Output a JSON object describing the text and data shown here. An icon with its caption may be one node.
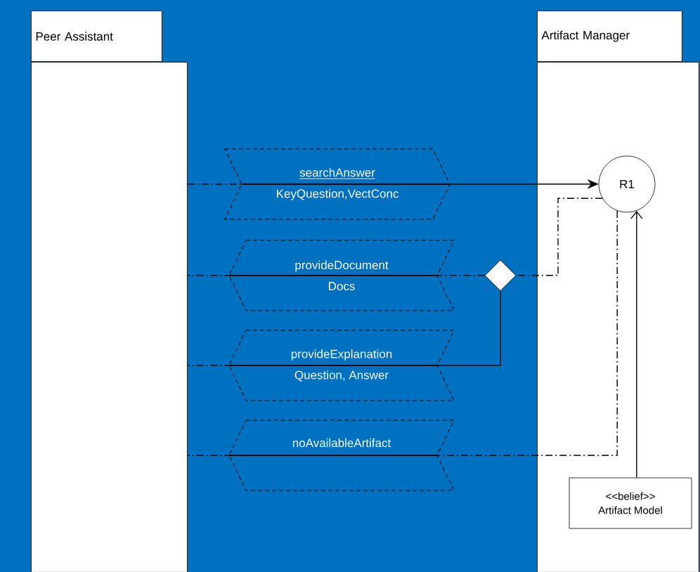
{
  "diagram": {
    "nodes": [
      {
        "text": [
          "Peer Assistant"
        ]
      },
      {
        "text": [
          "Artifact Manager"
        ]
      },
      {
        "text": [
          "R1"
        ],
        "in": 1
      },
      {
        "text": [],
        "shape": "diamond"
      },
      {
        "text": [
          "<<belief>>",
          "Artifact Model"
        ],
        "in": 1
      },
      {
        "text": [
          "searchAnswer",
          "KeyQuestion,VectConc"
        ]
      },
      {
        "text": [
          "provideDocument",
          "Docs"
        ]
      },
      {
        "text": [
          "provideExplanation",
          "Question, Answer"
        ]
      },
      {
        "text": [
          "noAvailableArtifact"
        ]
      }
    ],
    "edges": [
      {
        "from": 0,
        "to": 5,
        "arrow": "none",
        "style": "dashed"
      },
      {
        "from": 5,
        "to": 2,
        "arrow": "to"
      },
      {
        "from": 2,
        "to": 3,
        "arrow": "none",
        "style": "dashed"
      },
      {
        "from": 3,
        "to": 6,
        "arrow": "none",
        "style": "dashed"
      },
      {
        "from": 6,
        "to": 0,
        "arrow": "none",
        "style": "dashed"
      },
      {
        "from": 3,
        "to": 7,
        "arrow": "none"
      },
      {
        "from": 7,
        "to": 0,
        "arrow": "none",
        "style": "dashed"
      },
      {
        "from": 2,
        "to": 8,
        "arrow": "none",
        "style": "dashed"
      },
      {
        "from": 8,
        "to": 0,
        "arrow": "none",
        "style": "dashed"
      },
      {
        "from": 4,
        "to": 2,
        "arrow": "to"
      }
    ]
  }
}
